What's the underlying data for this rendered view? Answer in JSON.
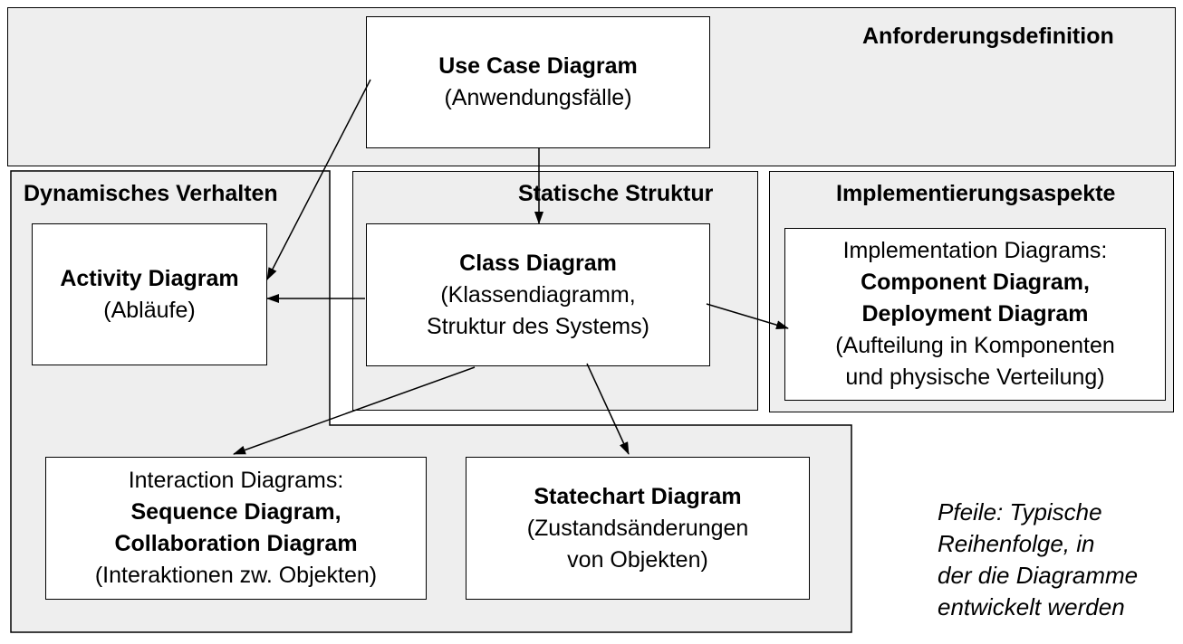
{
  "regions": {
    "anforderung": "Anforderungsdefinition",
    "dynamisch": "Dynamisches Verhalten",
    "statisch": "Statische Struktur",
    "implementierung": "Implementierungsaspekte"
  },
  "boxes": {
    "usecase": {
      "title": "Use Case Diagram",
      "sub": "(Anwendungsfälle)"
    },
    "activity": {
      "title": "Activity Diagram",
      "sub": "(Abläufe)"
    },
    "class": {
      "title": "Class Diagram",
      "sub1": "(Klassendiagramm,",
      "sub2": "Struktur des Systems)"
    },
    "implementation": {
      "intro": "Implementation Diagrams:",
      "title1": "Component Diagram,",
      "title2": "Deployment Diagram",
      "sub1": "(Aufteilung in Komponenten",
      "sub2": "und physische Verteilung)"
    },
    "interaction": {
      "intro": "Interaction Diagrams:",
      "title1": "Sequence Diagram,",
      "title2": "Collaboration Diagram",
      "sub": "(Interaktionen zw. Objekten)"
    },
    "statechart": {
      "title": "Statechart Diagram",
      "sub1": "(Zustandsänderungen",
      "sub2": "von Objekten)"
    }
  },
  "note": {
    "line1": "Pfeile: Typische",
    "line2": "Reihenfolge, in",
    "line3": "der die Diagramme",
    "line4": "entwickelt werden"
  }
}
